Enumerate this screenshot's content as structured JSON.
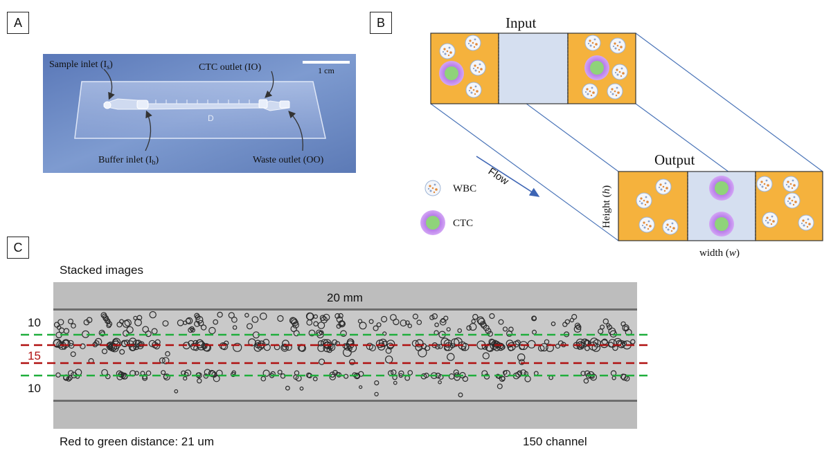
{
  "panel_a": {
    "label": "A",
    "scale_bar": "1 cm",
    "sample_inlet": "Sample inlet (I",
    "sample_inlet_sub": "s",
    "ctc_outlet": "CTC outlet (IO)",
    "buffer_inlet": "Buffer inlet (I",
    "buffer_inlet_sub": "b",
    "waste_outlet": "Waste outlet (OO)",
    "chip_mark": "D"
  },
  "panel_b": {
    "label": "B",
    "input_title": "Input",
    "output_title": "Output",
    "flow": "Flow",
    "wbc": "WBC",
    "ctc": "CTC",
    "height_label": "Height (",
    "height_var": "h",
    "width_label": "width (",
    "width_var": "w",
    "colors": {
      "fluid": "#f5b23d",
      "buffer": "#d5dff0",
      "ctc": "#b86ee8",
      "nucleus": "#8fd37a",
      "edge": "#4a74b8"
    }
  },
  "panel_c": {
    "label": "C",
    "stacked_title": "Stacked images",
    "length": "20 mm",
    "top_gap": "10",
    "middle_gap": "15",
    "bottom_gap": "10",
    "distance_text": "Red to green distance: 21 um",
    "channel_text": "150 channel",
    "colors": {
      "red": "#b01010",
      "green": "#1fae3c"
    }
  },
  "close_paren": ")"
}
